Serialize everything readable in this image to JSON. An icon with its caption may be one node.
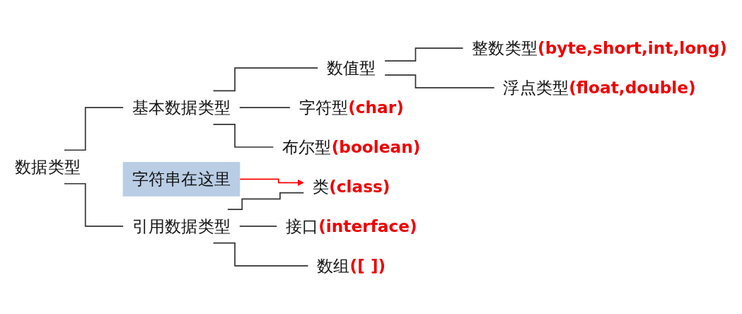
{
  "diagram": {
    "nodes": [
      {
        "text": [
          "数据类型"
        ]
      },
      {
        "text": [
          "基本数据类型"
        ]
      },
      {
        "text": [
          "数值型"
        ]
      },
      {
        "text": [
          "整数类型**(byte,short,int,long)**"
        ]
      },
      {
        "text": [
          "浮点类型**(float,double)**"
        ]
      },
      {
        "text": [
          "字符型**(char)**"
        ]
      },
      {
        "text": [
          "布尔型**(boolean)**"
        ]
      },
      {
        "text": [
          "引用数据类型"
        ]
      },
      {
        "text": [
          "类**(class)**"
        ]
      },
      {
        "text": [
          "接口**(interface)**"
        ]
      },
      {
        "text": [
          "数组**([ ])**"
        ]
      },
      {
        "text": [
          "字符串在这里"
        ]
      }
    ],
    "edges": [
      {
        "from": 0,
        "to": 1,
        "arrow": "none"
      },
      {
        "from": 0,
        "to": 7,
        "arrow": "none"
      },
      {
        "from": 1,
        "to": 2,
        "arrow": "none"
      },
      {
        "from": 1,
        "to": 5,
        "arrow": "none"
      },
      {
        "from": 1,
        "to": 6,
        "arrow": "none"
      },
      {
        "from": 2,
        "to": 3,
        "arrow": "none"
      },
      {
        "from": 2,
        "to": 4,
        "arrow": "none"
      },
      {
        "from": 7,
        "to": 8,
        "arrow": "none"
      },
      {
        "from": 7,
        "to": 9,
        "arrow": "none"
      },
      {
        "from": 7,
        "to": 10,
        "arrow": "none"
      },
      {
        "from": 11,
        "to": 8,
        "arrow": "to",
        "color": "#ff0000"
      }
    ]
  }
}
